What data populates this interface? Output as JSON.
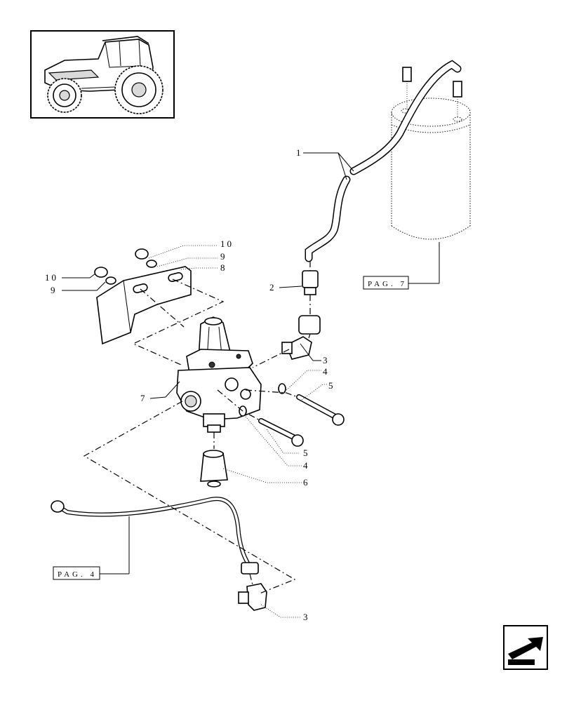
{
  "callouts": {
    "c1": "1",
    "c2": "2",
    "c3_top": "3",
    "c3_bottom": "3",
    "c4_upper": "4",
    "c4_lower": "4",
    "c5_upper": "5",
    "c5_lower": "5",
    "c6": "6",
    "c7": "7",
    "c8": "8",
    "c9_left": "9",
    "c9_right": "9",
    "c10_left": "10",
    "c10_right": "10"
  },
  "page_refs": {
    "ref_top": "PAG. 7",
    "ref_bottom": "PAG. 4"
  },
  "icons": {
    "thumbnail": "tractor-icon",
    "nav": "return-arrow-icon"
  }
}
